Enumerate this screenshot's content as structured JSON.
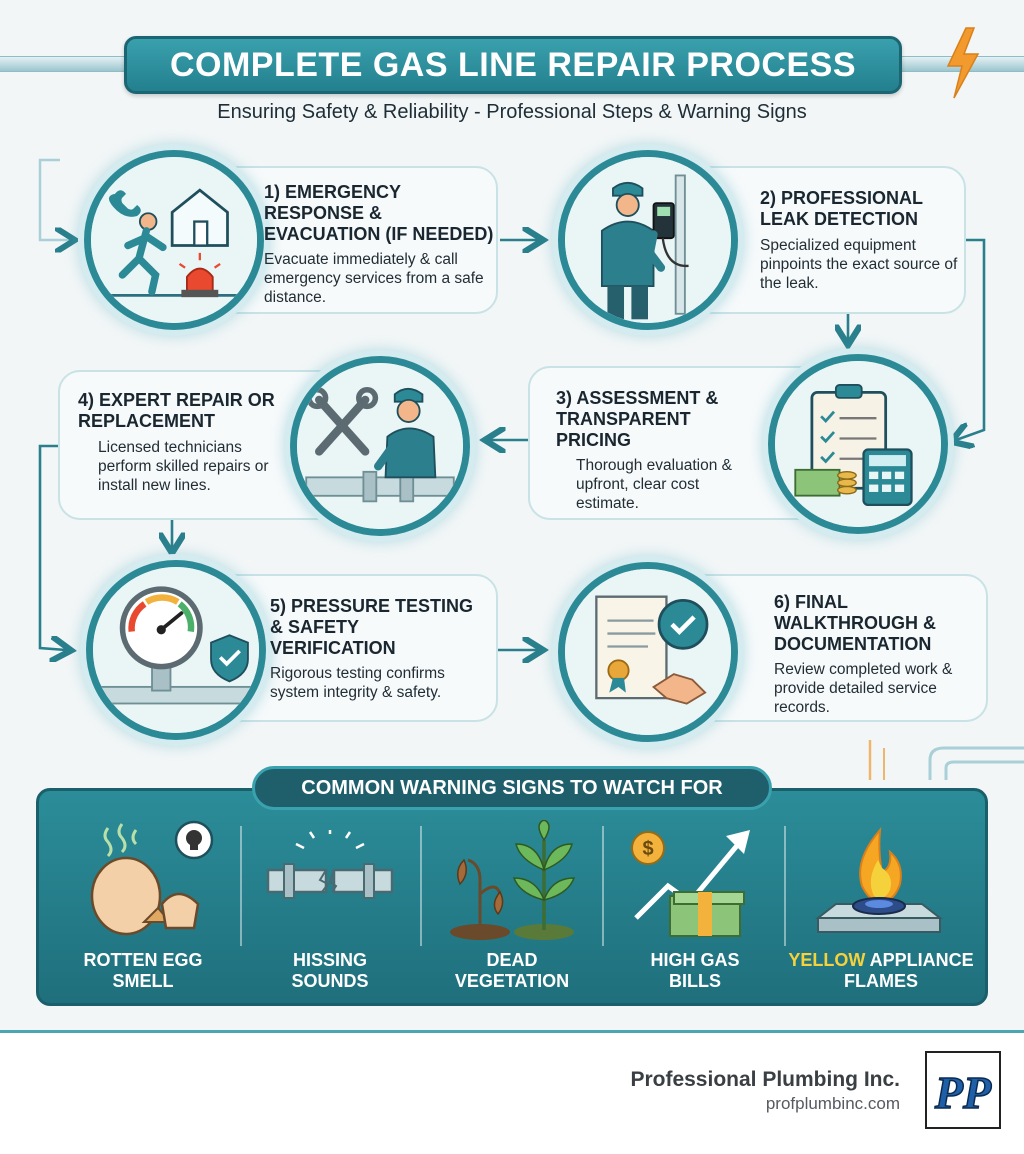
{
  "header": {
    "title": "COMPLETE GAS LINE REPAIR PROCESS",
    "subtitle": "Ensuring Safety & Reliability - Professional Steps & Warning Signs"
  },
  "steps": [
    {
      "title": "1) EMERGENCY RESPONSE & EVACUATION (IF NEEDED)",
      "description": "Evacuate immediately & call emergency services from a safe distance.",
      "icon": "evacuation-icon"
    },
    {
      "title": "2) PROFESSIONAL LEAK DETECTION",
      "description": "Specialized equipment pinpoints the exact source of the leak.",
      "icon": "technician-detector-icon"
    },
    {
      "title": "3) ASSESSMENT & TRANSPARENT PRICING",
      "description": "Thorough evaluation & upfront, clear cost estimate.",
      "icon": "clipboard-calculator-icon"
    },
    {
      "title": "4) EXPERT REPAIR OR REPLACEMENT",
      "description": "Licensed technicians perform skilled repairs or install new lines.",
      "icon": "wrench-technician-icon"
    },
    {
      "title": "5) PRESSURE TESTING & SAFETY VERIFICATION",
      "description": "Rigorous testing confirms system integrity & safety.",
      "icon": "pressure-gauge-icon"
    },
    {
      "title": "6) FINAL WALKTHROUGH & DOCUMENTATION",
      "description": "Review completed work & provide detailed service records.",
      "icon": "certificate-handshake-icon"
    }
  ],
  "warnings": {
    "title": "COMMON WARNING SIGNS TO WATCH FOR",
    "items": [
      {
        "label": "ROTTEN EGG SMELL",
        "icon": "rotten-egg-icon"
      },
      {
        "label": "HISSING SOUNDS",
        "icon": "hissing-pipe-icon"
      },
      {
        "label": "DEAD VEGETATION",
        "icon": "dead-plant-icon"
      },
      {
        "label": "HIGH GAS BILLS",
        "icon": "money-chart-icon"
      },
      {
        "label": "YELLOW APPLIANCE FLAMES",
        "icon": "stove-flame-icon"
      }
    ]
  },
  "footer": {
    "company": "Professional Plumbing Inc.",
    "website": "profplumbinc.com",
    "logo_text": "PP"
  },
  "colors": {
    "teal": "#2c8a97",
    "dark_teal": "#1f6f7c",
    "accent_orange": "#f29a2e",
    "highlight_yellow": "#f5d23c"
  }
}
